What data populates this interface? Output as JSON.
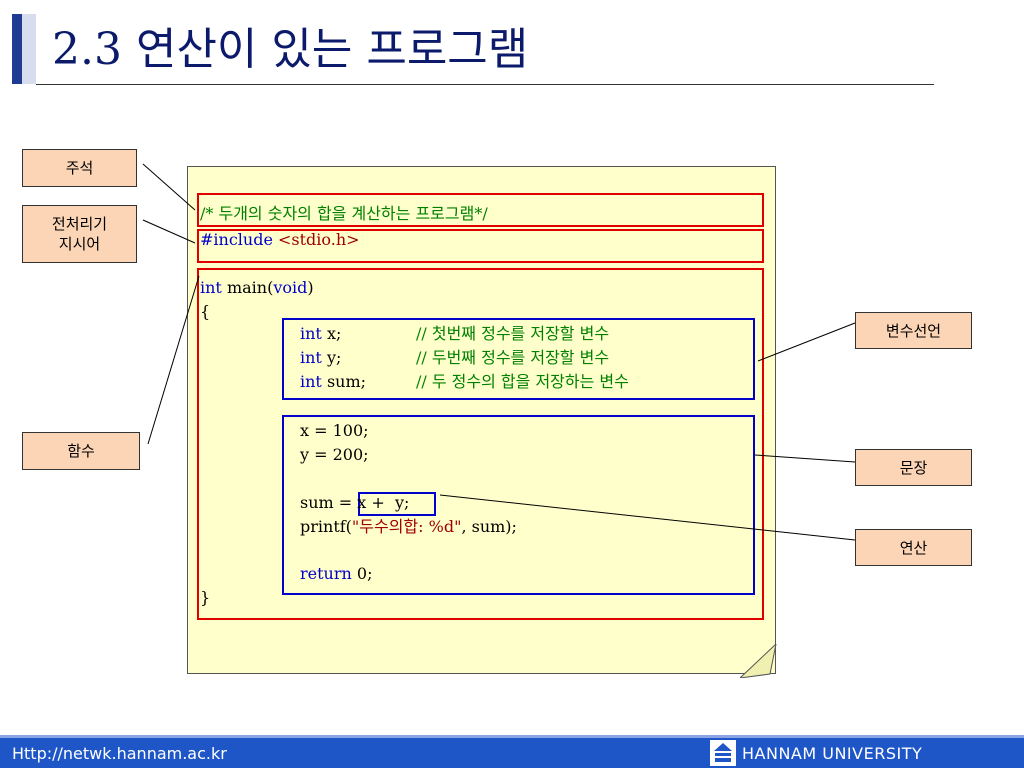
{
  "title": "2.3 연산이 있는 프로그램",
  "code": {
    "comment_line": "/* 두개의 숫자의 합을 계산하는 프로그램*/",
    "include_kw": "#include",
    "include_arg": " <stdio.h>",
    "main_int": "int",
    "main_name": " main(",
    "main_void": "void",
    "main_close": ")",
    "open_brace": "{",
    "decl_x_type": "int",
    "decl_x_var": " x;",
    "decl_x_comment": "// 첫번째 정수를 저장할 변수",
    "decl_y_type": "int",
    "decl_y_var": " y;",
    "decl_y_comment": "// 두번째 정수를 저장할 변수",
    "decl_sum_type": "int",
    "decl_sum_var": " sum;",
    "decl_sum_comment": "// 두 정수의 합을 저장하는 변수",
    "stmt_x": "x = 100;",
    "stmt_y": "y = 200;",
    "stmt_sum_lhs": "sum = ",
    "stmt_sum_rhs": "x +  y;",
    "printf_pre": "printf(",
    "printf_str": "\"두수의합: %d\"",
    "printf_post": ", sum);",
    "return_kw": "return",
    "return_val": " 0;",
    "close_brace": "}"
  },
  "labels": {
    "comment": "주석",
    "preprocessor_line1": "전처리기",
    "preprocessor_line2": "지시어",
    "function": "함수",
    "var_decl": "변수선언",
    "statement": "문장",
    "operation": "연산"
  },
  "footer": {
    "url": "Http://netwk.hannam.ac.kr",
    "university": "HANNAM  UNIVERSITY"
  },
  "colors": {
    "title": "#0b1a6b",
    "keyword": "#0000cc",
    "comment": "#008000",
    "string": "#a00000",
    "note_bg": "#ffffcc",
    "label_bg": "#fbd5b5",
    "footer_bg": "#1e56c8"
  }
}
